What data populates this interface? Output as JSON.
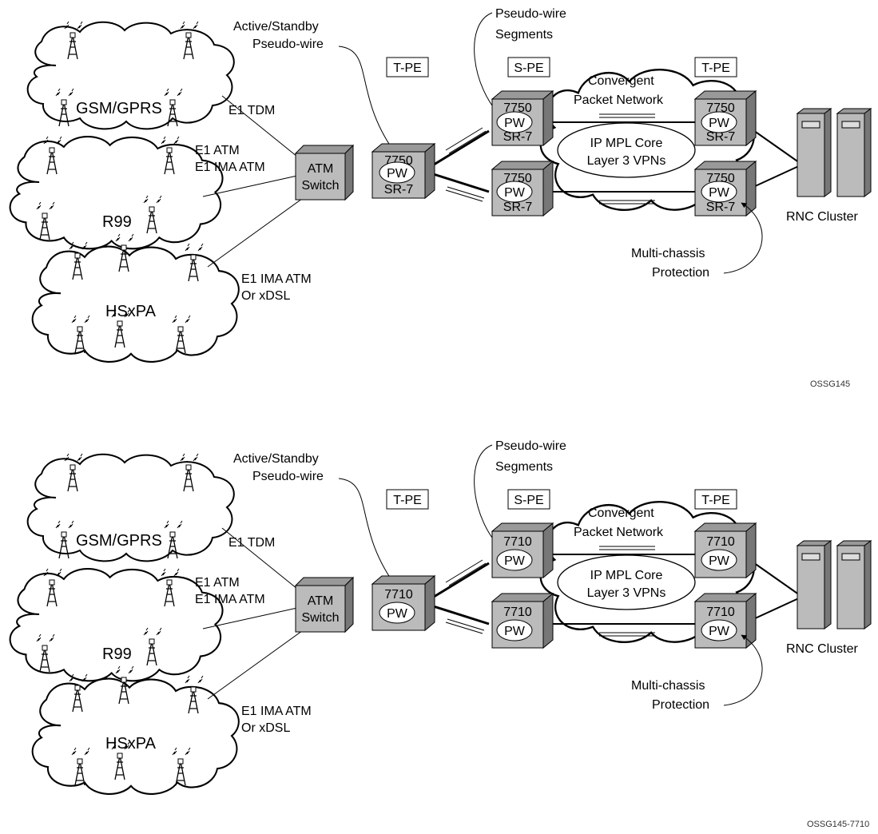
{
  "panels": [
    {
      "router_model": "7750",
      "router_sub": "SR-7",
      "figure_id": "OSSG145"
    },
    {
      "router_model": "7710",
      "router_sub": "",
      "figure_id": "OSSG145-7710"
    }
  ],
  "labels": {
    "active_standby_line1": "Active/Standby",
    "active_standby_line2": "Pseudo-wire",
    "pw_segments_line1": "Pseudo-wire",
    "pw_segments_line2": "Segments",
    "tpe": "T-PE",
    "spe": "S-PE",
    "convergent_line1": "Convergent",
    "convergent_line2": "Packet Network",
    "ipmpl_line1": "IP MPL Core",
    "ipmpl_line2": "Layer 3 VPNs",
    "pw": "PW",
    "gsm": "GSM/GPRS",
    "r99": "R99",
    "hsxpa": "HSxPA",
    "e1_tdm": "E1 TDM",
    "e1_atm": "E1 ATM",
    "e1_ima_atm": "E1 IMA ATM",
    "e1_ima_atm_2": "E1 IMA ATM",
    "or_xdsl": "Or xDSL",
    "atm_line1": "ATM",
    "atm_line2": "Switch",
    "rnc": "RNC Cluster",
    "mc_line1": "Multi-chassis",
    "mc_line2": "Protection"
  }
}
